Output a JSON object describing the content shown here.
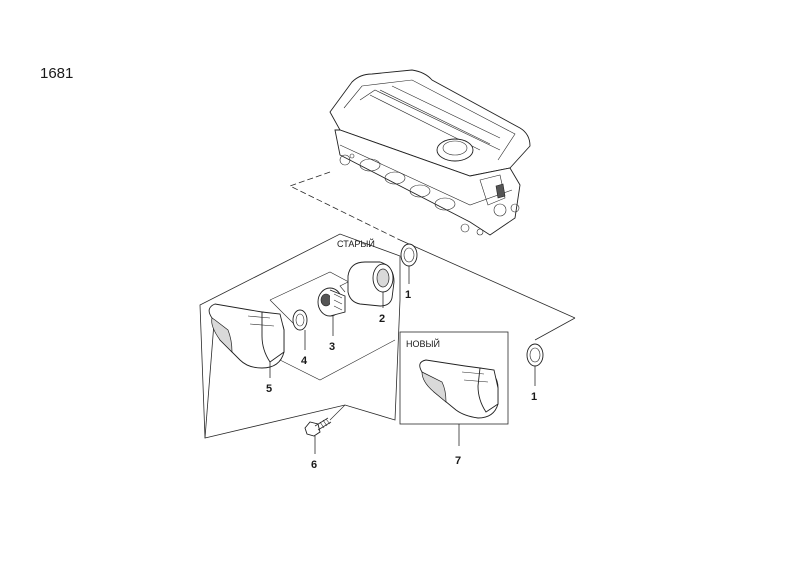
{
  "page_number": "1681",
  "variants": {
    "old": "СТАРЫЙ",
    "new": "НОВЫЙ"
  },
  "callouts": [
    "1",
    "2",
    "3",
    "4",
    "5",
    "6",
    "1",
    "7"
  ]
}
